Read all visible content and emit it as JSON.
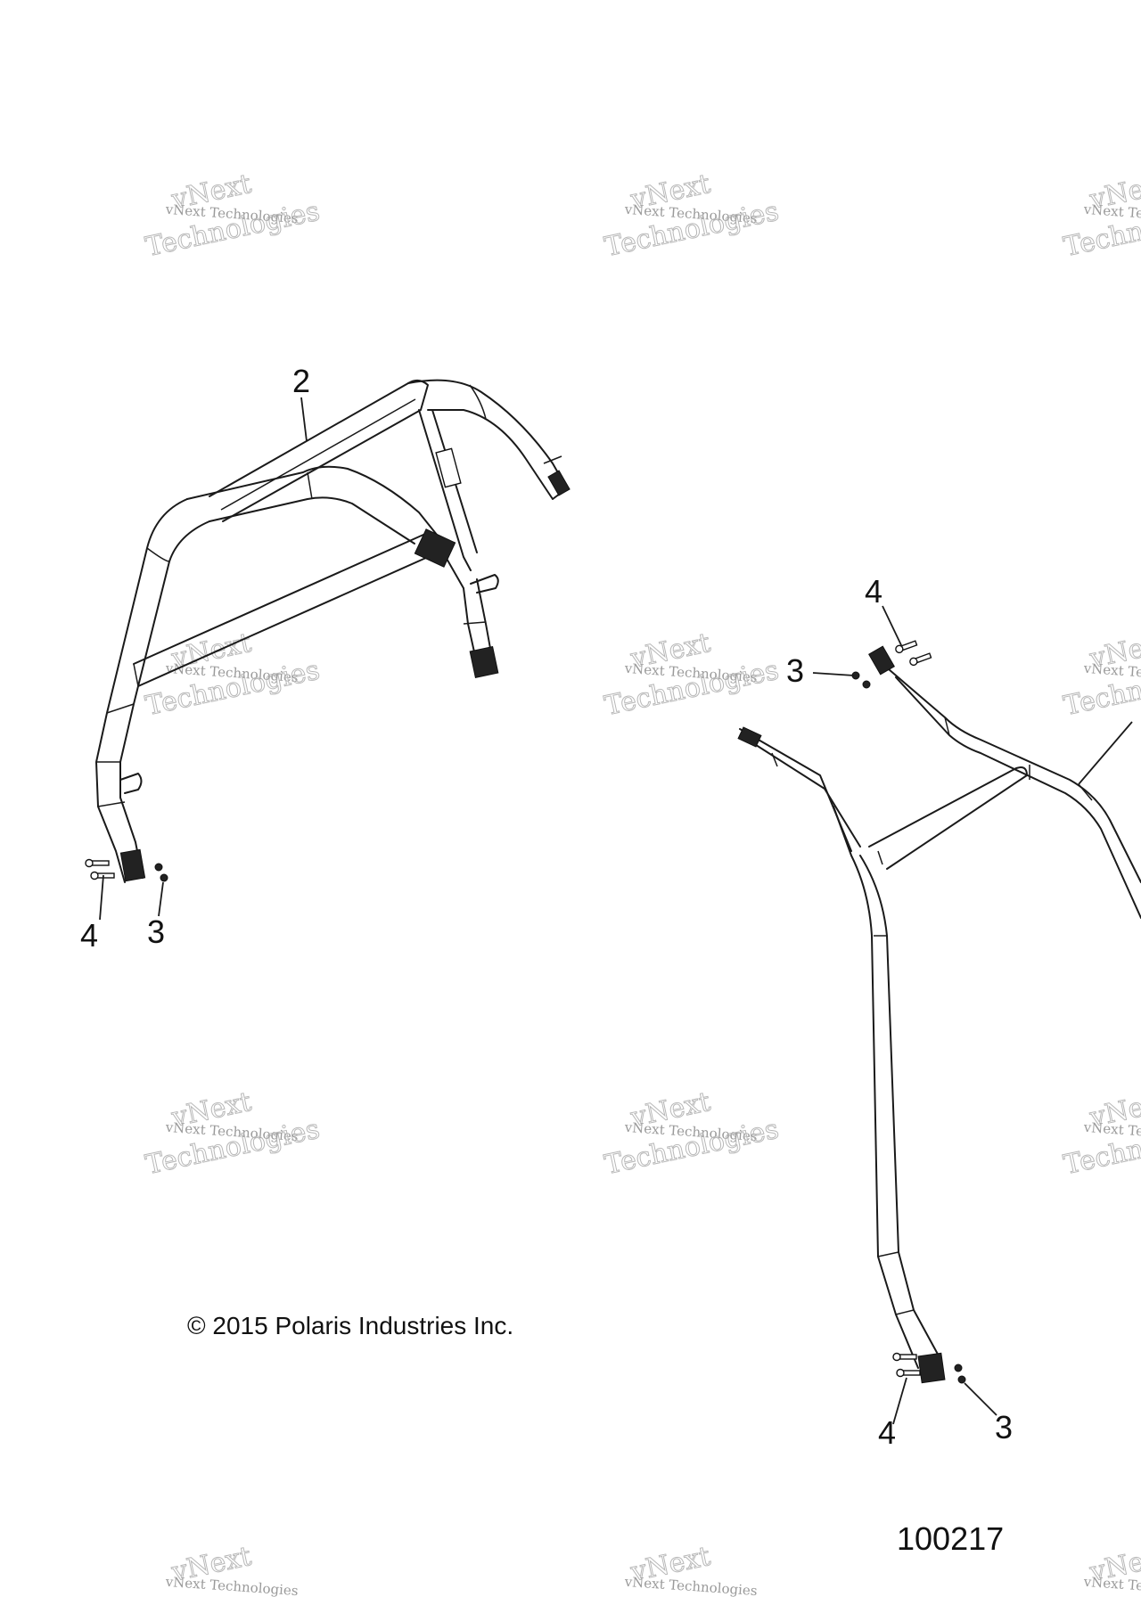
{
  "callouts": {
    "roll_bar": "2",
    "nut": "3",
    "bolt": "4"
  },
  "watermark": {
    "line1": "vNext Technologies",
    "line2": "vNext",
    "line3": "Technologies"
  },
  "copyright": "© 2015 Polaris Industries Inc.",
  "drawing_number": "100217"
}
